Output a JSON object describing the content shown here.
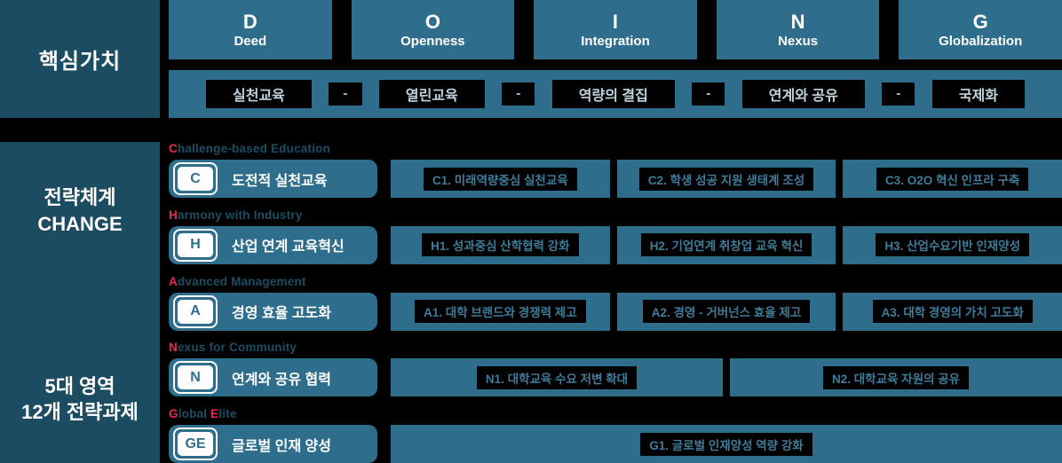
{
  "colors": {
    "background": "#000000",
    "navy_panel": "#1c4c61",
    "teal_box": "#2e6e8c",
    "accent_red": "#e72b4f",
    "white": "#ffffff",
    "bar_text": "#bfd4de",
    "task_text": "#3e7c9a"
  },
  "left_column": {
    "core_values_label": "핵심가치",
    "strategy_line1": "전략체계",
    "strategy_line2": "CHANGE",
    "areas_line1": "5대 영역",
    "areas_line2": "12개 전략과제"
  },
  "core_values": {
    "items": [
      {
        "letter": "D",
        "word": "Deed"
      },
      {
        "letter": "O",
        "word": "Openness"
      },
      {
        "letter": "I",
        "word": "Integration"
      },
      {
        "letter": "N",
        "word": "Nexus"
      },
      {
        "letter": "G",
        "word": "Globalization"
      }
    ],
    "values": [
      "실천교육",
      "열린교육",
      "역량의 결집",
      "연계와 공유",
      "국제화"
    ],
    "separator": "-"
  },
  "strategies": [
    {
      "heading": {
        "a1": "C",
        "t1": "hallenge-based Education",
        "a2": "",
        "t2": ""
      },
      "badge": "C",
      "label": "도전적 실천교육",
      "tasks": [
        "C1. 미래역량중심 실천교육",
        "C2. 학생 성공 지원 생태계 조성",
        "C3. O2O 혁신 인프라 구축"
      ]
    },
    {
      "heading": {
        "a1": "H",
        "t1": "armony with Industry",
        "a2": "",
        "t2": ""
      },
      "badge": "H",
      "label": "산업 연계 교육혁신",
      "tasks": [
        "H1. 성과중심 산학협력 강화",
        "H2. 기업연계 취창업 교육 혁신",
        "H3. 산업수요기반 인재양성"
      ]
    },
    {
      "heading": {
        "a1": "A",
        "t1": "dvanced Management",
        "a2": "",
        "t2": ""
      },
      "badge": "A",
      "label": "경영 효율 고도화",
      "tasks": [
        "A1. 대학 브랜드와 경쟁력 제고",
        "A2. 경영 - 거버넌스 효율 제고",
        "A3. 대학 경영의 가치 고도화"
      ]
    },
    {
      "heading": {
        "a1": "N",
        "t1": "exus for Community",
        "a2": "",
        "t2": ""
      },
      "badge": "N",
      "label": "연계와 공유 협력",
      "tasks": [
        "N1. 대학교육 수요 저변 확대",
        "N2. 대학교육 자원의 공유"
      ]
    },
    {
      "heading": {
        "a1": "G",
        "t1": "lobal ",
        "a2": "E",
        "t2": "lite"
      },
      "badge": "GE",
      "label": "글로벌 인재 양성",
      "tasks": [
        "G1. 글로벌 인재양성 역량 강화"
      ]
    }
  ]
}
